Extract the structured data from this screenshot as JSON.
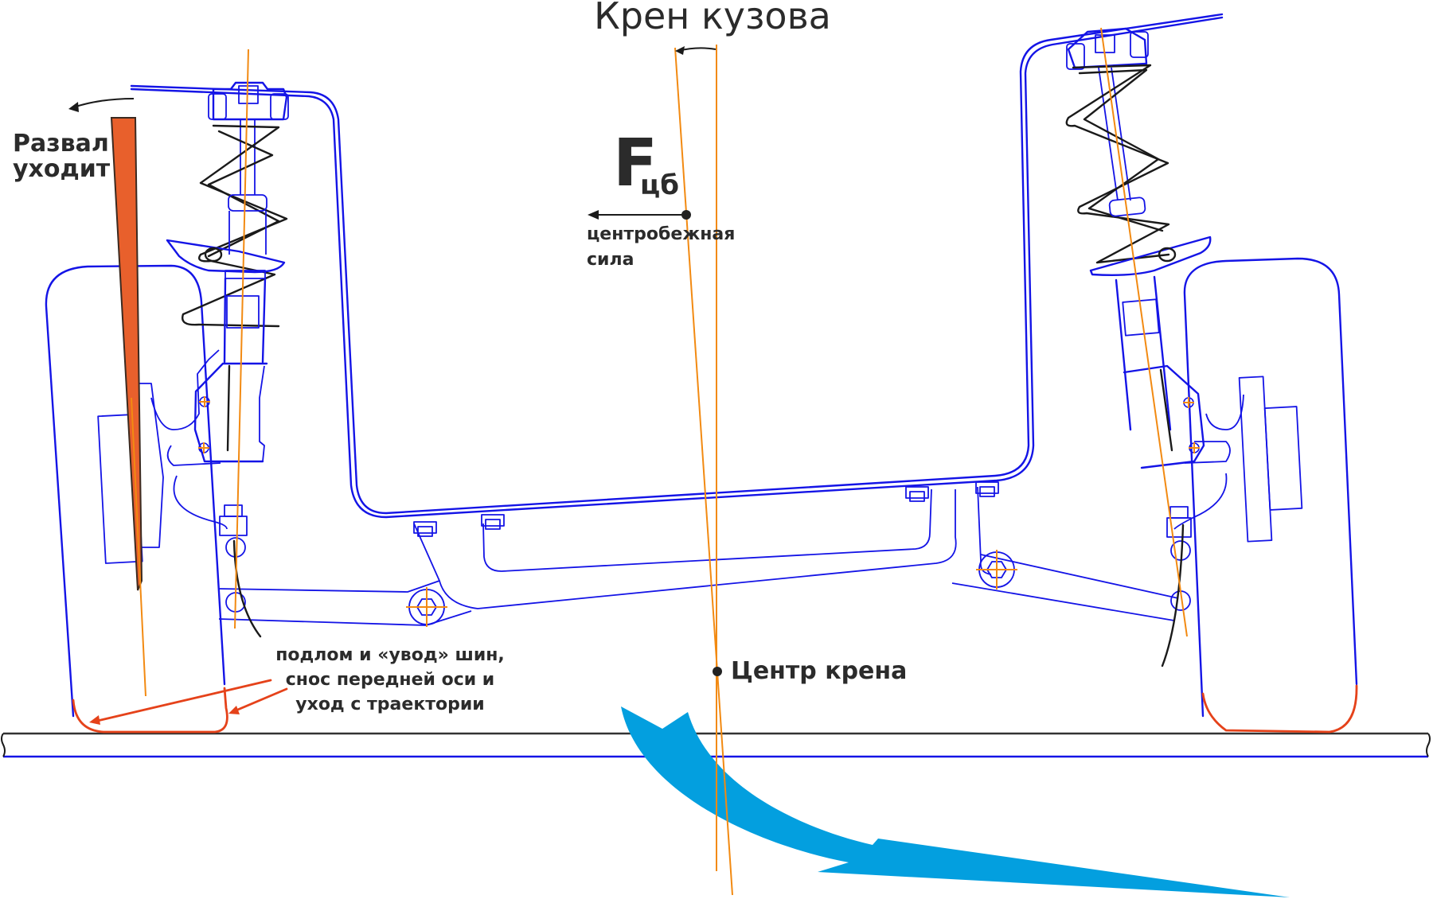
{
  "diagram": {
    "title": "Крен кузова",
    "camber_label": {
      "line1": "Развал",
      "line2": "уходит"
    },
    "force_label": {
      "symbol": "F",
      "subscript": "цб",
      "line1": "центробежная",
      "line2": "сила"
    },
    "roll_center_label": "Центр крена",
    "tire_note": {
      "line1": "подлом и «увод» шин,",
      "line2": "снос передней оси и",
      "line3": "уход с траектории"
    },
    "colors": {
      "chassis_blue": "#1414e6",
      "axis_orange": "#f28a12",
      "camber_wedge": "#e8602c",
      "tire_contact_red": "#e5421a",
      "motion_arrow": "#039fdf",
      "text_dark": "#2b2b2b"
    }
  }
}
